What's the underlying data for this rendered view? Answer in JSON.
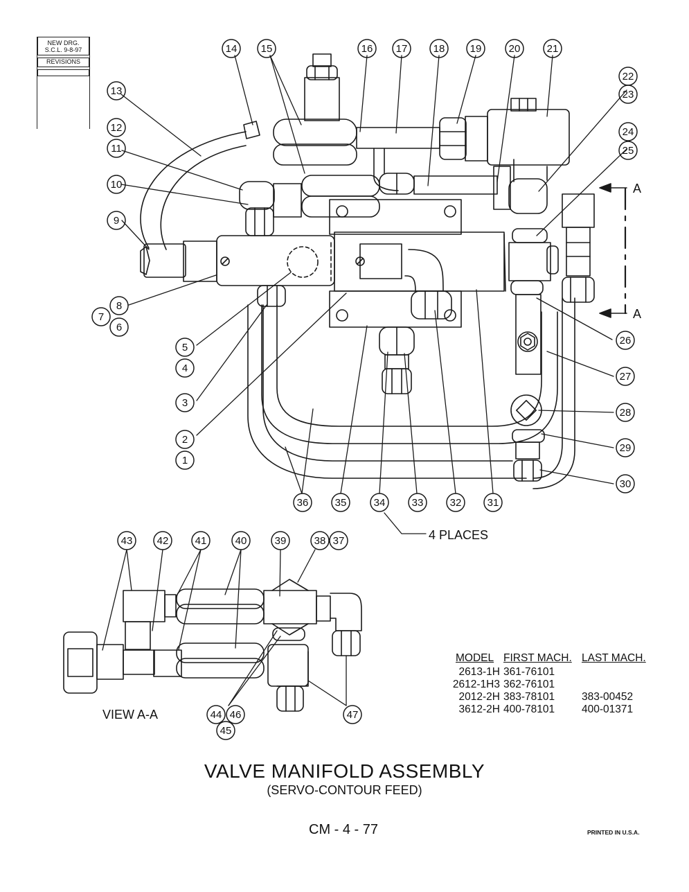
{
  "revisions": {
    "stamp_line1": "NEW DRG.",
    "stamp_line2": "S.C.L. 9-8-97",
    "header": "REVISIONS"
  },
  "diagram": {
    "callouts": [
      "1",
      "2",
      "3",
      "4",
      "5",
      "6",
      "7",
      "8",
      "9",
      "10",
      "11",
      "12",
      "13",
      "14",
      "15",
      "16",
      "17",
      "18",
      "19",
      "20",
      "21",
      "22",
      "23",
      "24",
      "25",
      "26",
      "27",
      "28",
      "29",
      "30",
      "31",
      "32",
      "33",
      "34",
      "35",
      "36",
      "37",
      "38",
      "39",
      "40",
      "41",
      "42",
      "43",
      "44",
      "45",
      "46",
      "47"
    ],
    "section_marker": "A",
    "places_note": "4 PLACES",
    "view_label": "VIEW A-A"
  },
  "models_table": {
    "headers": [
      "MODEL",
      "FIRST MACH.",
      "LAST MACH."
    ],
    "rows": [
      [
        "2613-1H",
        "361-76101",
        ""
      ],
      [
        "2612-1H3",
        "362-76101",
        ""
      ],
      [
        "2012-2H",
        "383-78101",
        "383-00452"
      ],
      [
        "3612-2H",
        "400-78101",
        "400-01371"
      ]
    ]
  },
  "title": "VALVE MANIFOLD ASSEMBLY",
  "subtitle": "(SERVO-CONTOUR FEED)",
  "page_number": "CM - 4 - 77",
  "printed": "PRINTED IN U.S.A."
}
